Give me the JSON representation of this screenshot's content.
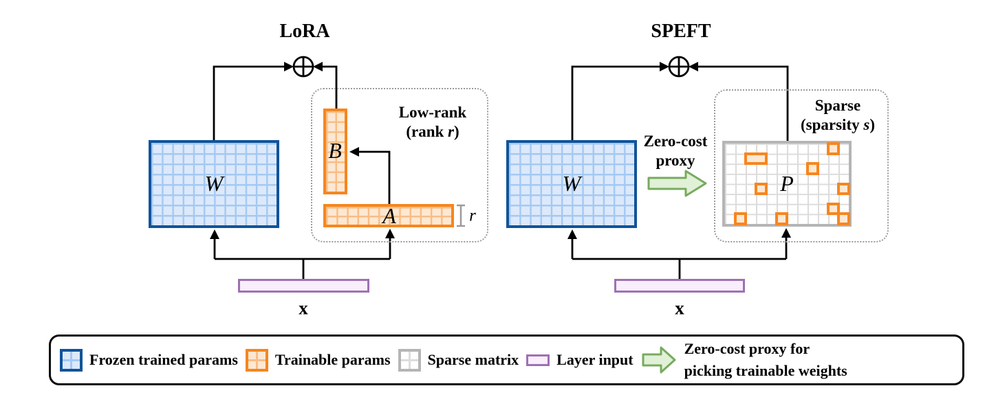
{
  "colors": {
    "frozen_border": "#10549b",
    "frozen_fill": "#dce9fa",
    "frozen_grid": "#a4c9f3",
    "trainable_border": "#f6861f",
    "trainable_fill": "#fce8d3",
    "trainable_grid": "#f9bd85",
    "sparse_border": "#b5b5b5",
    "sparse_fill": "#ffffff",
    "sparse_grid": "#dcdcdc",
    "input_border": "#9e70b2",
    "input_fill": "#f9eefc",
    "proxy_border": "#78aa5e",
    "proxy_fill": "#e0f1d7",
    "wire": "#000000",
    "bracket": "#9b9b9b",
    "dotted_box": "#9a9a9a"
  },
  "lora": {
    "title": "LoRA",
    "frozen_matrix_label": "W",
    "b_matrix_label": "B",
    "a_matrix_label": "A",
    "note_line1": "Low-rank",
    "note_line2_prefix": "(rank ",
    "note_rank_var": "r",
    "note_line2_suffix": ")",
    "rank_dim_label": "r",
    "input_label": "x"
  },
  "speft": {
    "title": "SPEFT",
    "frozen_matrix_label": "W",
    "sparse_matrix_label": "P",
    "note_line1": "Sparse",
    "note_line2_prefix": "(sparsity ",
    "note_sparsity_var": "s",
    "note_line2_suffix": ")",
    "proxy_label_line1": "Zero-cost",
    "proxy_label_line2": "proxy",
    "input_label": "x",
    "sparse_grid": {
      "cols": 12,
      "rows": 8
    },
    "highlight_cells": [
      {
        "col": 2,
        "row": 1,
        "span": 2
      },
      {
        "col": 10,
        "row": 0,
        "span": 1
      },
      {
        "col": 8,
        "row": 2,
        "span": 1
      },
      {
        "col": 3,
        "row": 4,
        "span": 1
      },
      {
        "col": 11,
        "row": 4,
        "span": 1
      },
      {
        "col": 10,
        "row": 6,
        "span": 1
      },
      {
        "col": 1,
        "row": 7,
        "span": 1
      },
      {
        "col": 5,
        "row": 7,
        "span": 1
      },
      {
        "col": 11,
        "row": 7,
        "span": 1
      }
    ]
  },
  "legend": {
    "items": [
      {
        "label": "Frozen trained params"
      },
      {
        "label": "Trainable params"
      },
      {
        "label": "Sparse matrix"
      },
      {
        "label": "Layer input"
      },
      {
        "line1": "Zero-cost proxy for",
        "line2": "picking trainable weights"
      }
    ]
  }
}
